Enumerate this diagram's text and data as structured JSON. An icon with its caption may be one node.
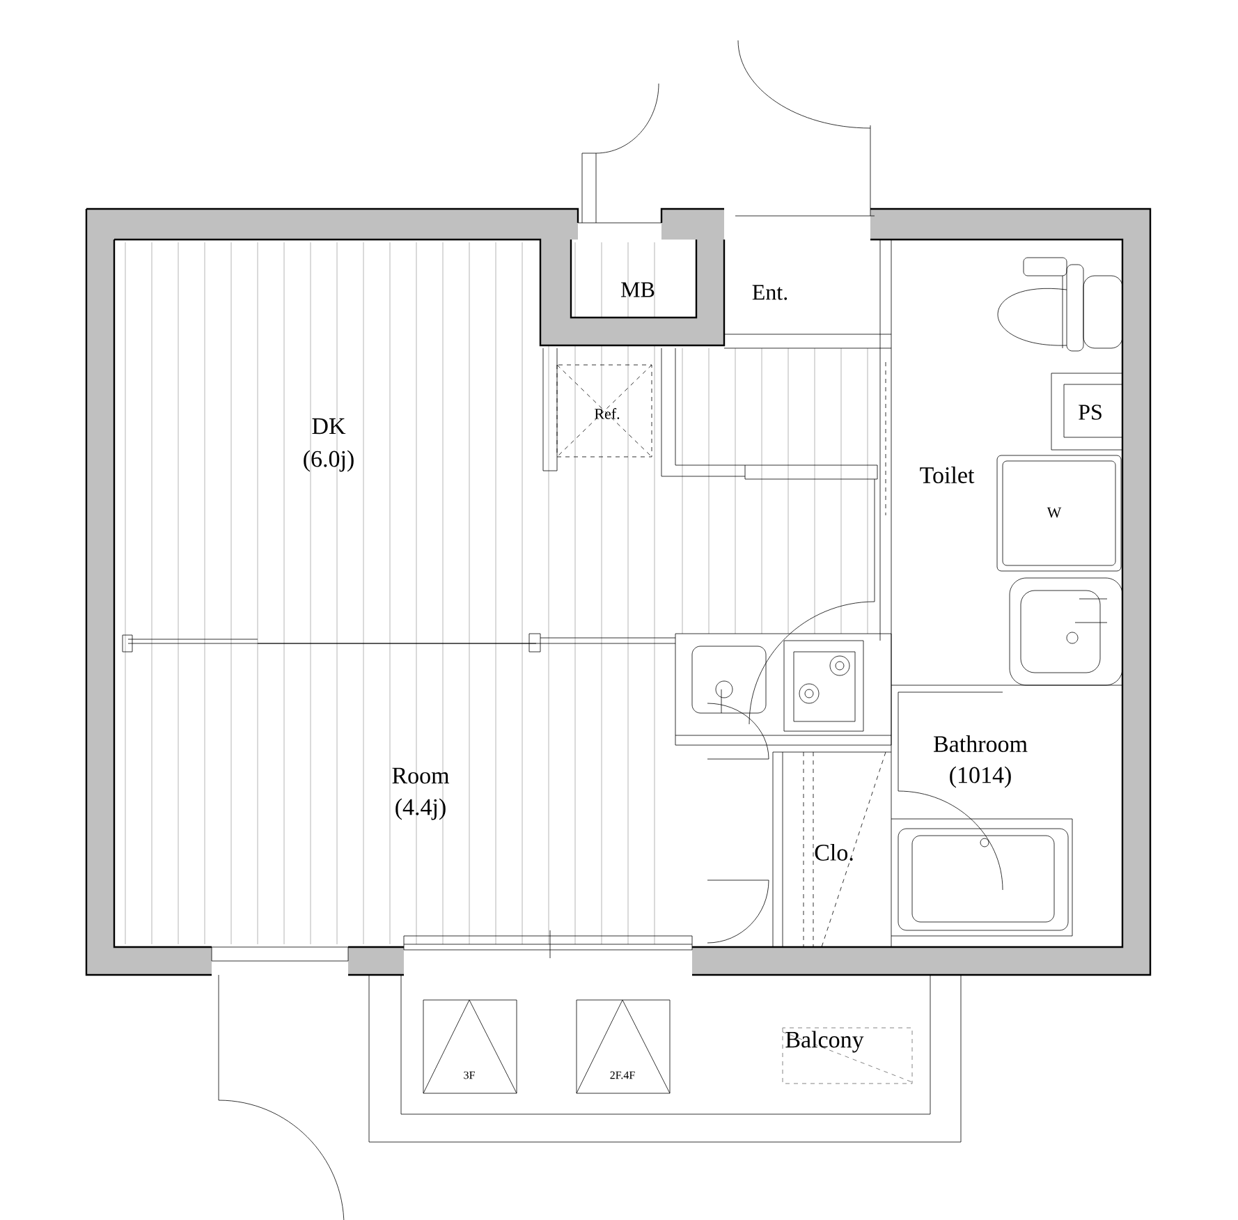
{
  "diagram": {
    "labels": [
      "MB",
      "Ent.",
      "PS",
      "Ref.",
      "DK",
      "(6.0j)",
      "Toilet",
      "W",
      "Bathroom",
      "(1014)",
      "Room",
      "(4.4j)",
      "Clo.",
      "Balcony",
      "3F",
      "2F.4F"
    ]
  }
}
